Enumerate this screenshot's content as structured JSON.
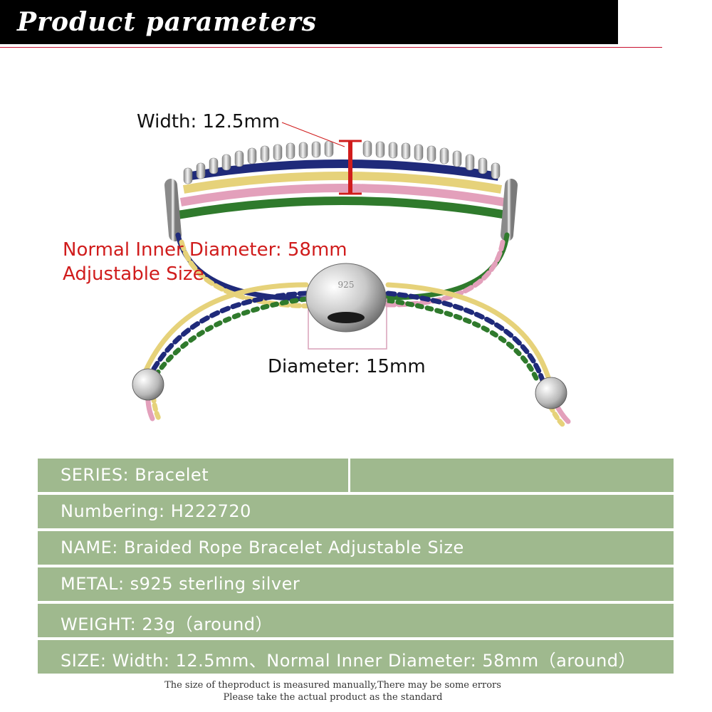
{
  "header": {
    "title": "Product parameters"
  },
  "image_labels": {
    "width": "Width:  12.5mm",
    "inner_diameter_line1": "Normal Inner Diameter:  58mm",
    "inner_diameter_line2": "Adjustable Size",
    "bead_diameter": "Diameter:  15mm",
    "bead_stamp": "925"
  },
  "specs": {
    "series": "SERIES:  Bracelet",
    "numbering": "Numbering:  H222720",
    "name": "NAME:   Braided Rope Bracelet Adjustable Size",
    "metal": "METAL:  s925 sterling silver",
    "weight": "WEIGHT:  23g（around）",
    "size": "SIZE:  Width:  12.5mm、Normal Inner Diameter:  58mm（around）"
  },
  "footnote": {
    "line1": "The size of theproduct is measured manually,There may be some errors",
    "line2": "Please take the actual product as the standard"
  },
  "colors": {
    "header_bg": "#000000",
    "accent_red": "#d01c1c",
    "table_row": "#9fb98e",
    "cord_navy": "#1f2a7a",
    "cord_yellow": "#e6d27a",
    "cord_pink": "#e3a0bb",
    "cord_green": "#2f7a2c",
    "silver": "#c9c9c9"
  }
}
